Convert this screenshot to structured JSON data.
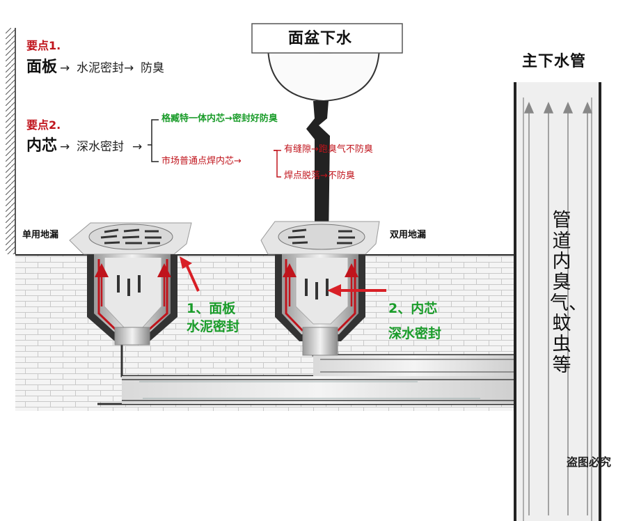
{
  "basin": {
    "label": "面盆下水"
  },
  "main_pipe": {
    "label": "主下水管",
    "inside_text": "管道内臭气、蚊虫等"
  },
  "point1": {
    "heading": "要点1.",
    "subject": "面板",
    "flow": [
      "水泥密封",
      "防臭"
    ]
  },
  "point2": {
    "heading": "要点2.",
    "subject": "内芯",
    "flow": "深水密封",
    "branch_a": "格臧特一体内芯→密封好防臭",
    "branch_b": "市场普通点焊内芯→",
    "branch_b1": "有缝隙→跑臭气不防臭",
    "branch_b2": "焊点脱落→不防臭"
  },
  "drains": {
    "single": "单用地漏",
    "dual": "双用地漏"
  },
  "callouts": {
    "c1_line1": "1、面板",
    "c1_line2": "水泥密封",
    "c2_line1": "2、内芯",
    "c2_line2": "深水密封"
  },
  "watermark": "盗图必究",
  "colors": {
    "red": "#c0141c",
    "green": "#1a9c2a",
    "pipe": "#c9c9c9",
    "wall": "#f1f1f1"
  }
}
